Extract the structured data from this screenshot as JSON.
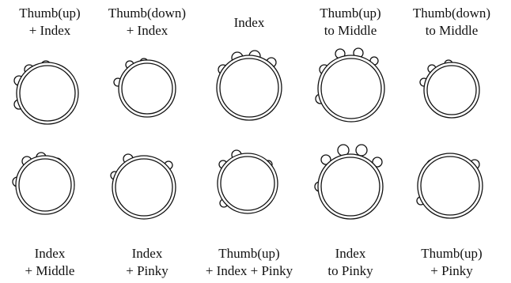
{
  "diagram": {
    "panels": [
      {
        "lines": [
          "Thumb(up)",
          "+ Index"
        ]
      },
      {
        "lines": [
          "Thumb(down)",
          "+ Index"
        ]
      },
      {
        "lines": [
          "Index"
        ]
      },
      {
        "lines": [
          "Thumb(up)",
          "to Middle"
        ]
      },
      {
        "lines": [
          "Thumb(down)",
          "to Middle"
        ]
      },
      {
        "lines": [
          "Index",
          "+ Middle"
        ]
      },
      {
        "lines": [
          "Index",
          "+ Pinky"
        ]
      },
      {
        "lines": [
          "Thumb(up)",
          "+ Index + Pinky"
        ]
      },
      {
        "lines": [
          "Index",
          "to Pinky"
        ]
      },
      {
        "lines": [
          "Thumb(up)",
          "+ Pinky"
        ]
      }
    ]
  }
}
